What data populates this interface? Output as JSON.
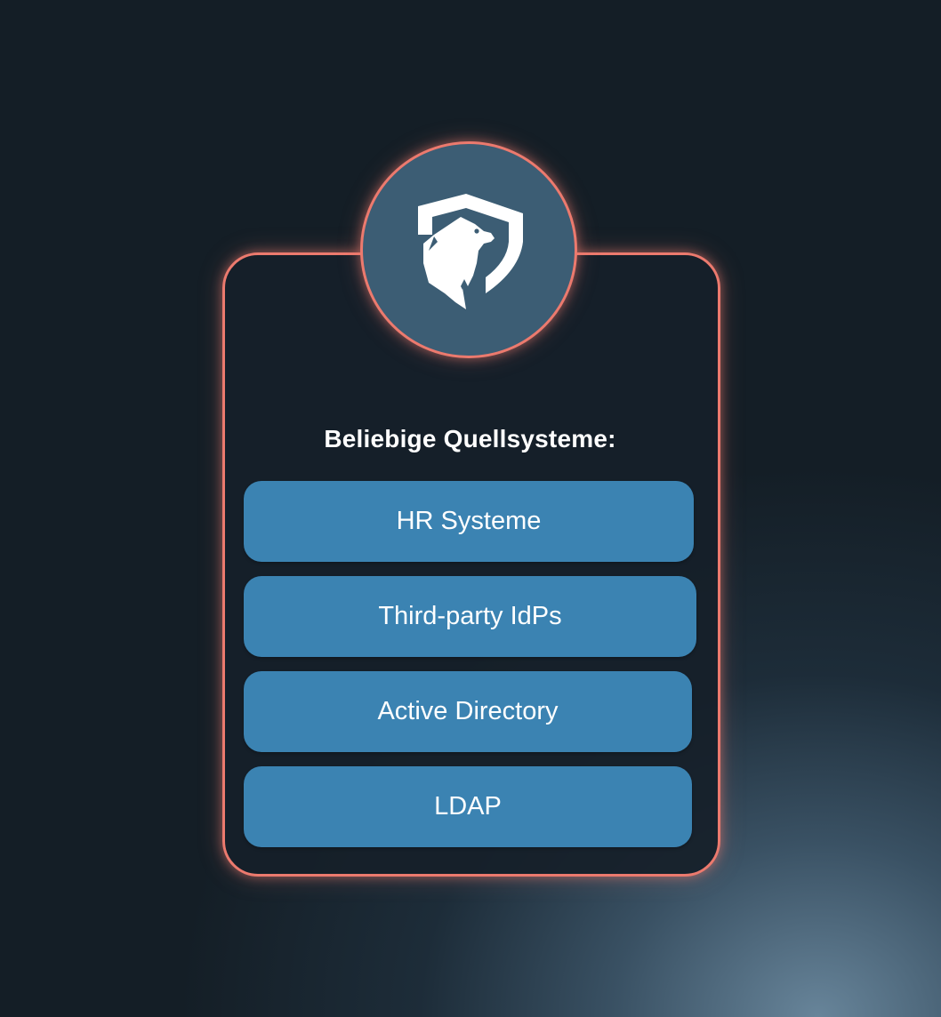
{
  "logo": {
    "icon": "shield-bear-icon",
    "colors": {
      "ring_border": "#ec7a6e",
      "ring_fill": "#3c5d74",
      "mark": "#ffffff"
    }
  },
  "heading": "Beliebige Quellsysteme:",
  "sources": [
    {
      "label": "HR Systeme"
    },
    {
      "label": "Third-party IdPs"
    },
    {
      "label": "Active Directory"
    },
    {
      "label": "LDAP"
    }
  ],
  "colors": {
    "background": "#141e26",
    "card_border": "#ec7a6e",
    "item_fill": "#3b83b2",
    "text": "#ffffff"
  }
}
